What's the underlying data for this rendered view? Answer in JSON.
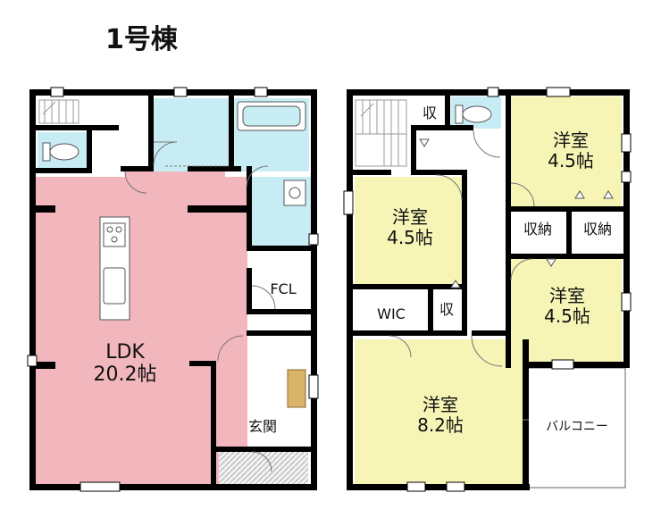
{
  "title": "1号棟",
  "colors": {
    "wall": "#000000",
    "ldk": "#f2b7bd",
    "bedroom": "#f6f5b6",
    "wet_area": "#c8ecf4",
    "floor": "#ffffff",
    "stair": "#999999"
  },
  "floor1": {
    "ldk_label": "LDK\n20.2帖",
    "fcl_label": "FCL",
    "entrance_label": "玄関"
  },
  "floor2": {
    "room_ne_label": "洋室\n4.5帖",
    "room_w_label": "洋室\n4.5帖",
    "room_e_label": "洋室\n4.5帖",
    "room_s_label": "洋室\n8.2帖",
    "storage_top_label": "収",
    "storage_mid_label": "収",
    "closet_left_label": "収納",
    "closet_right_label": "収納",
    "wic_label": "WIC",
    "balcony_label": "バルコニー"
  }
}
